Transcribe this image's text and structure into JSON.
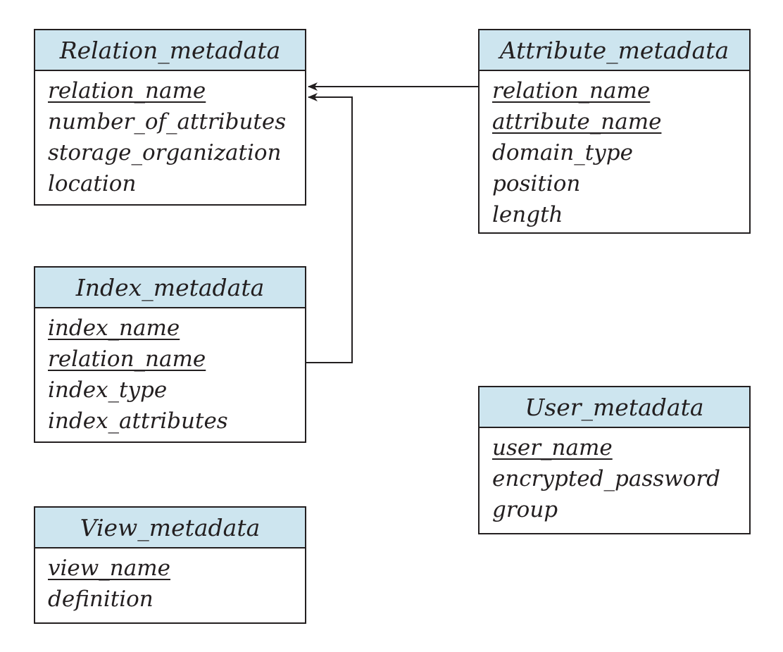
{
  "colors": {
    "header_fill": "#cde5ef",
    "line": "#231f20"
  },
  "entities": {
    "relation": {
      "name": "Relation_metadata",
      "attributes": [
        {
          "name": "relation_name",
          "key": true
        },
        {
          "name": "number_of_attributes",
          "key": false
        },
        {
          "name": "storage_organization",
          "key": false
        },
        {
          "name": "location",
          "key": false
        }
      ]
    },
    "attribute": {
      "name": "Attribute_metadata",
      "attributes": [
        {
          "name": "relation_name",
          "key": true
        },
        {
          "name": "attribute_name",
          "key": true
        },
        {
          "name": "domain_type",
          "key": false
        },
        {
          "name": "position",
          "key": false
        },
        {
          "name": "length",
          "key": false
        }
      ]
    },
    "index": {
      "name": "Index_metadata",
      "attributes": [
        {
          "name": "index_name",
          "key": true
        },
        {
          "name": "relation_name",
          "key": true
        },
        {
          "name": "index_type",
          "key": false
        },
        {
          "name": "index_attributes",
          "key": false
        }
      ]
    },
    "user": {
      "name": "User_metadata",
      "attributes": [
        {
          "name": "user_name",
          "key": true
        },
        {
          "name": "encrypted_password",
          "key": false
        },
        {
          "name": "group",
          "key": false
        }
      ]
    },
    "view": {
      "name": "View_metadata",
      "attributes": [
        {
          "name": "view_name",
          "key": true
        },
        {
          "name": "definition",
          "key": false
        }
      ]
    }
  }
}
